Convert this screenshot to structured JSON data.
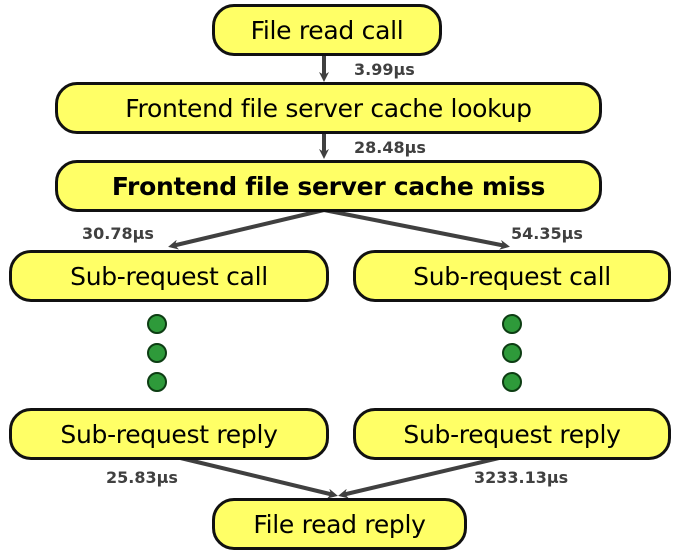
{
  "nodes": {
    "file_read_call": "File read call",
    "cache_lookup": "Frontend file server cache lookup",
    "cache_miss": "Frontend file server cache miss",
    "subreq_call_left": "Sub-request call",
    "subreq_call_right": "Sub-request call",
    "subreq_reply_left": "Sub-request reply",
    "subreq_reply_right": "Sub-request reply",
    "file_read_reply": "File read reply"
  },
  "latencies": {
    "call_to_lookup": "3.99µs",
    "lookup_to_miss": "28.48µs",
    "miss_to_left_call": "30.78µs",
    "miss_to_right_call": "54.35µs",
    "left_reply_to_reply": "25.83µs",
    "right_reply_to_reply": "3233.13µs"
  },
  "colors": {
    "node_fill": "#ffff66",
    "node_border": "#111111",
    "arrow": "#404040",
    "dot": "#2e9a3a",
    "label": "#404040"
  }
}
